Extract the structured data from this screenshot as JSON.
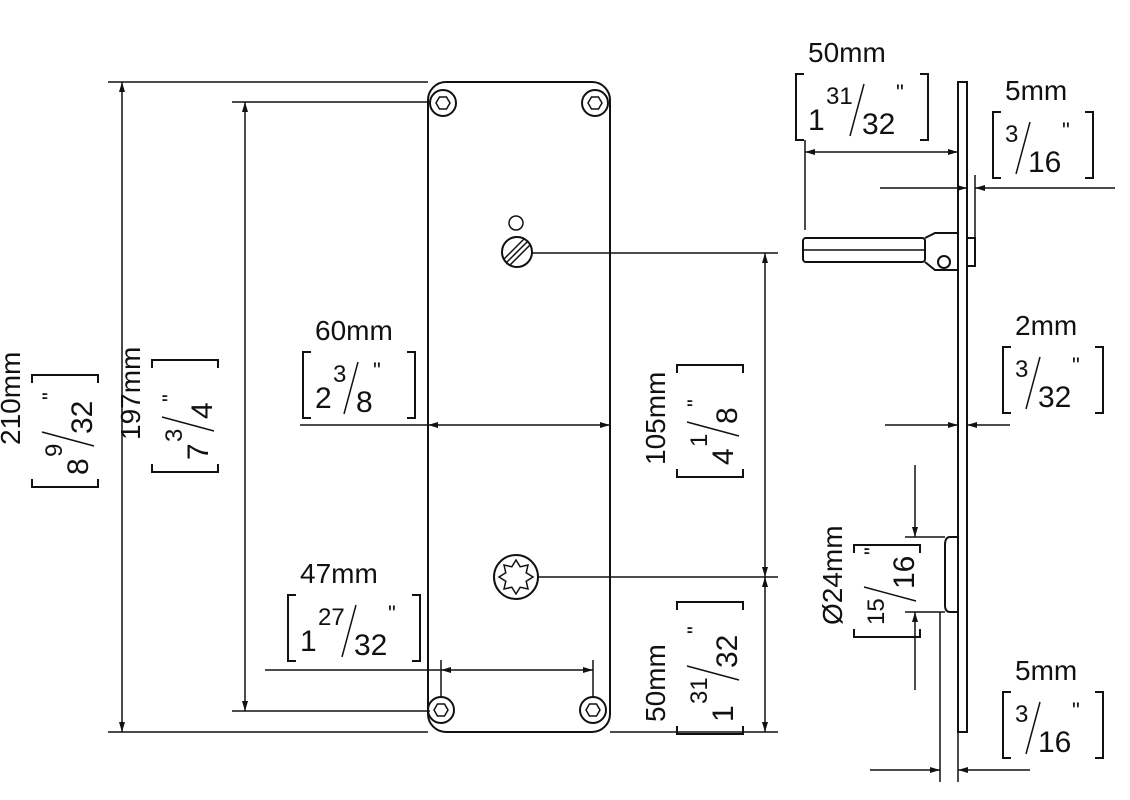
{
  "dimensions": {
    "height_total": {
      "mm": "210mm",
      "whole": "8",
      "num": "9",
      "den": "32",
      "inch": "\""
    },
    "hole_spacing_v": {
      "mm": "197mm",
      "whole": "7",
      "num": "3",
      "den": "4",
      "inch": "\""
    },
    "width": {
      "mm": "60mm",
      "whole": "2",
      "num": "3",
      "den": "8",
      "inch": "\""
    },
    "hole_spacing_h": {
      "mm": "47mm",
      "whole": "1",
      "num": "27",
      "den": "32",
      "inch": "\""
    },
    "center_distance": {
      "mm": "105mm",
      "whole": "4",
      "num": "1",
      "den": "8",
      "inch": "\""
    },
    "bottom_offset": {
      "mm": "50mm",
      "whole": "1",
      "num": "31",
      "den": "32",
      "inch": "\""
    },
    "spindle_length": {
      "mm": "50mm",
      "whole": "1",
      "num": "31",
      "den": "32",
      "inch": "\""
    },
    "thickness_top": {
      "mm": "5mm",
      "whole": "",
      "num": "3",
      "den": "16",
      "inch": "\""
    },
    "plate_thickness": {
      "mm": "2mm",
      "whole": "",
      "num": "3",
      "den": "32",
      "inch": "\""
    },
    "rosette_diameter": {
      "mm": "Ø24mm",
      "whole": "",
      "num": "15",
      "den": "16",
      "inch": "\""
    },
    "thickness_bottom": {
      "mm": "5mm",
      "whole": "",
      "num": "3",
      "den": "16",
      "inch": "\""
    }
  }
}
